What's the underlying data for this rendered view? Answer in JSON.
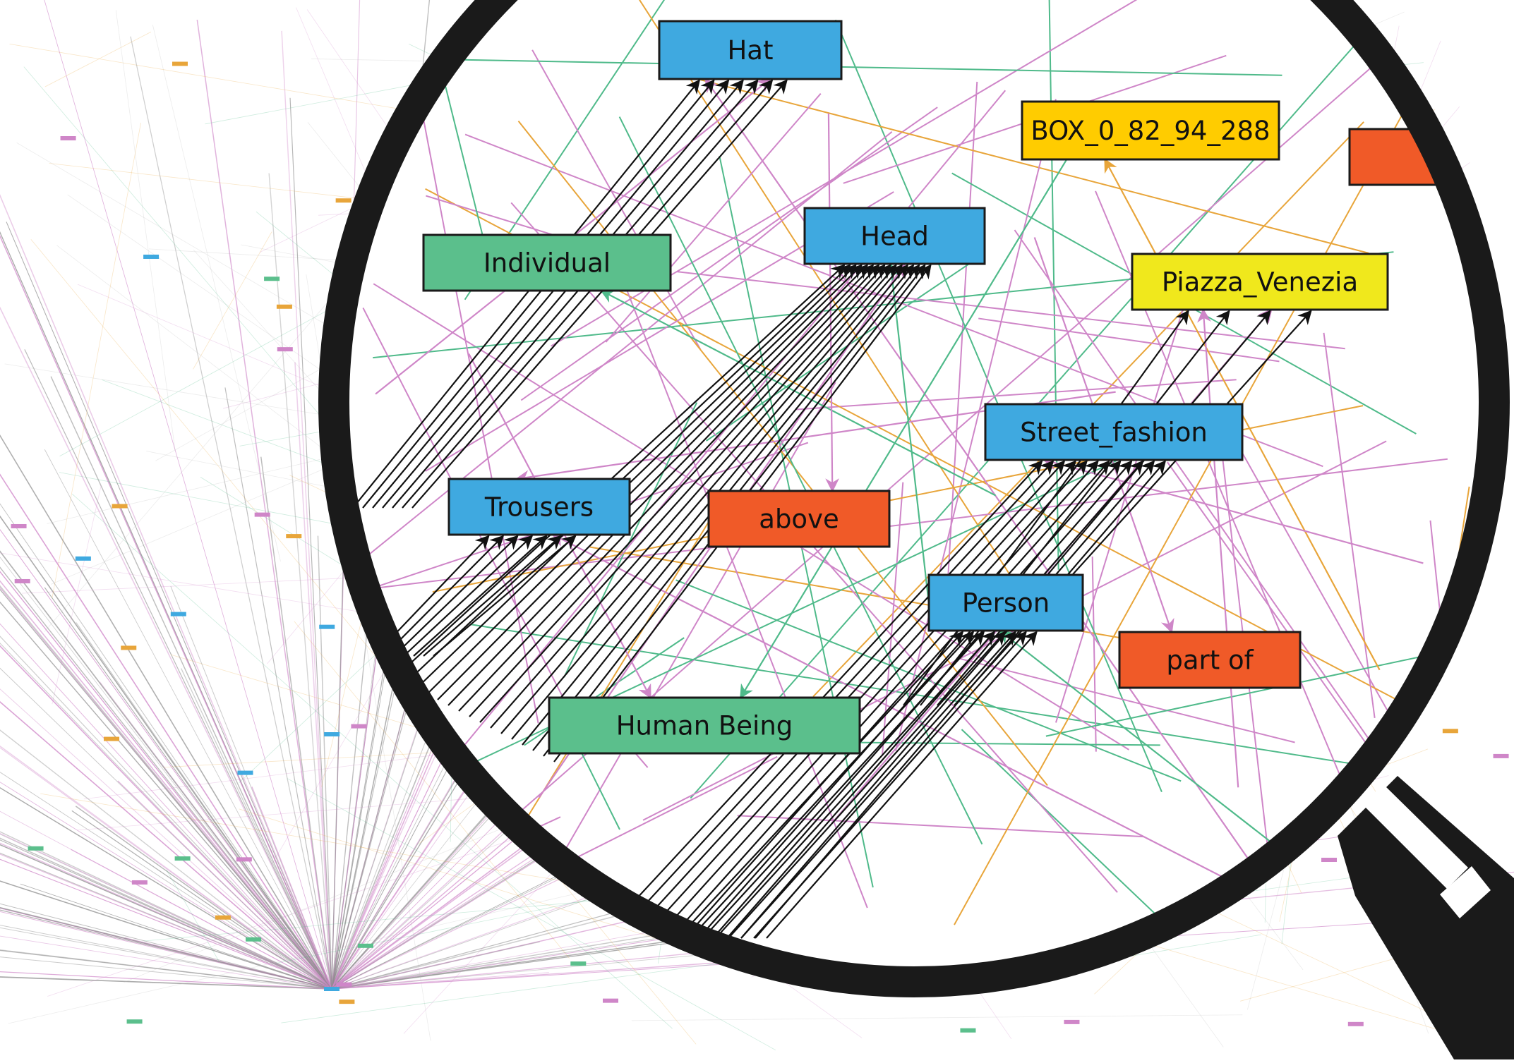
{
  "colors": {
    "background": "#ffffff",
    "blue": "#3fa9e0",
    "green": "#5bbf8c",
    "orange": "#f05a28",
    "amber": "#ffcc00",
    "yellow": "#f0e81c",
    "edge_pink": "#cf86c8",
    "edge_green": "#4fba8a",
    "edge_orange": "#e8a53a",
    "edge_black": "#111111",
    "lens": "#1a1a1a"
  },
  "icon": "magnifying-glass-icon",
  "nodes": [
    {
      "id": "hat",
      "label": "Hat",
      "color": "blue"
    },
    {
      "id": "box",
      "label": "BOX_0_82_94_288",
      "color": "amber"
    },
    {
      "id": "head",
      "label": "Head",
      "color": "blue"
    },
    {
      "id": "individual",
      "label": "Individual",
      "color": "green"
    },
    {
      "id": "piazza",
      "label": "Piazza_Venezia",
      "color": "yellow"
    },
    {
      "id": "street",
      "label": "Street_fashion",
      "color": "blue"
    },
    {
      "id": "trousers",
      "label": "Trousers",
      "color": "blue"
    },
    {
      "id": "above",
      "label": "above",
      "color": "orange"
    },
    {
      "id": "person",
      "label": "Person",
      "color": "blue"
    },
    {
      "id": "partof",
      "label": "part of",
      "color": "orange"
    },
    {
      "id": "human",
      "label": "Human Being",
      "color": "green"
    },
    {
      "id": "clipped",
      "label": "",
      "color": "orange"
    }
  ]
}
